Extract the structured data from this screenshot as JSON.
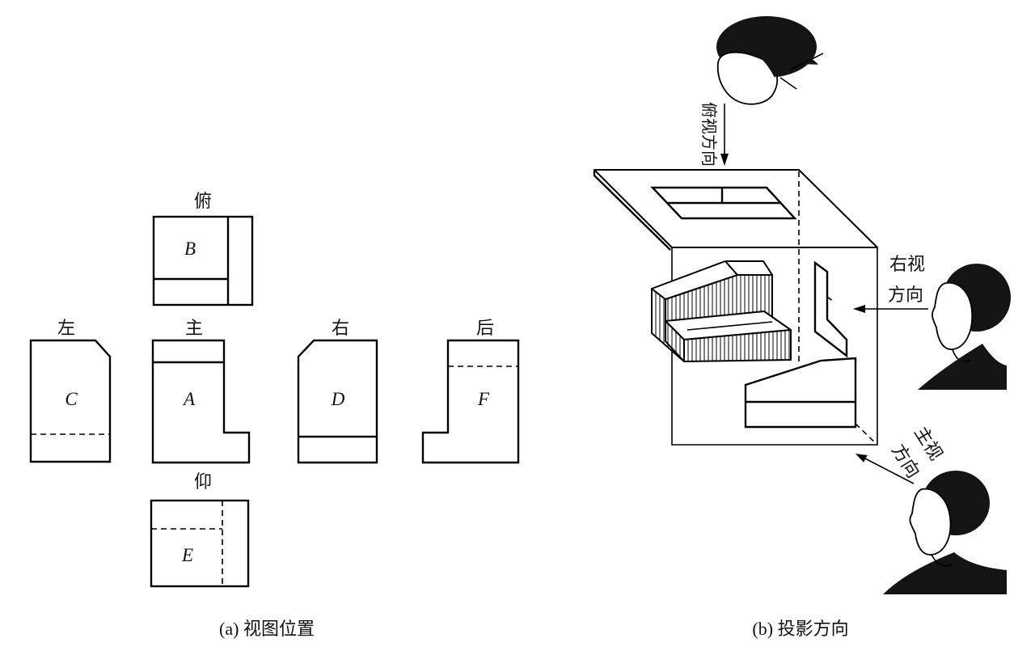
{
  "panel_a": {
    "views": {
      "top": {
        "label": "俯",
        "letter": "B"
      },
      "left": {
        "label": "左",
        "letter": "C"
      },
      "front": {
        "label": "主",
        "letter": "A"
      },
      "right": {
        "label": "右",
        "letter": "D"
      },
      "rear": {
        "label": "后",
        "letter": "F"
      },
      "bottom": {
        "label": "仰",
        "letter": "E"
      }
    },
    "caption": "(a) 视图位置"
  },
  "panel_b": {
    "top_direction": "俯视方向",
    "right_direction": [
      "右视",
      "方向"
    ],
    "front_direction": [
      "主视",
      "方向"
    ],
    "caption": "(b) 投影方向"
  },
  "icons": {
    "observer": "person-head-icon",
    "arrow": "arrow-icon"
  },
  "colors": {
    "line": "#000000",
    "background": "#ffffff"
  }
}
